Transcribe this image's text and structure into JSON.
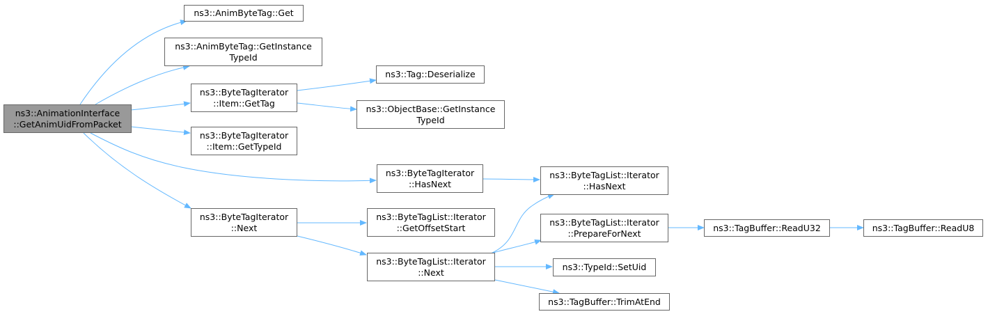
{
  "nodes": {
    "root": {
      "line1": "ns3::AnimationInterface",
      "line2": "::GetAnimUidFromPacket"
    },
    "anim_get": {
      "line1": "ns3::AnimByteTag::Get"
    },
    "anim_getinst": {
      "line1": "ns3::AnimByteTag::GetInstance",
      "line2": "TypeId"
    },
    "bti_gettag": {
      "line1": "ns3::ByteTagIterator",
      "line2": "::Item::GetTag"
    },
    "bti_gettypeid": {
      "line1": "ns3::ByteTagIterator",
      "line2": "::Item::GetTypeId"
    },
    "bti_hasnext": {
      "line1": "ns3::ByteTagIterator",
      "line2": "::HasNext"
    },
    "bti_next": {
      "line1": "ns3::ByteTagIterator",
      "line2": "::Next"
    },
    "tag_deser": {
      "line1": "ns3::Tag::Deserialize"
    },
    "ob_getinst": {
      "line1": "ns3::ObjectBase::GetInstance",
      "line2": "TypeId"
    },
    "btl_getoffset": {
      "line1": "ns3::ByteTagList::Iterator",
      "line2": "::GetOffsetStart"
    },
    "btl_next": {
      "line1": "ns3::ByteTagList::Iterator",
      "line2": "::Next"
    },
    "btl_hasnext": {
      "line1": "ns3::ByteTagList::Iterator",
      "line2": "::HasNext"
    },
    "btl_prepare": {
      "line1": "ns3::ByteTagList::Iterator",
      "line2": "::PrepareForNext"
    },
    "typeid_setuid": {
      "line1": "ns3::TypeId::SetUid"
    },
    "tb_trim": {
      "line1": "ns3::TagBuffer::TrimAtEnd"
    },
    "tb_readu32": {
      "line1": "ns3::TagBuffer::ReadU32"
    },
    "tb_readu8": {
      "line1": "ns3::TagBuffer::ReadU8"
    }
  },
  "colors": {
    "edge": "#63b8ff",
    "node_border": "#666666",
    "root_fill": "#999999"
  }
}
